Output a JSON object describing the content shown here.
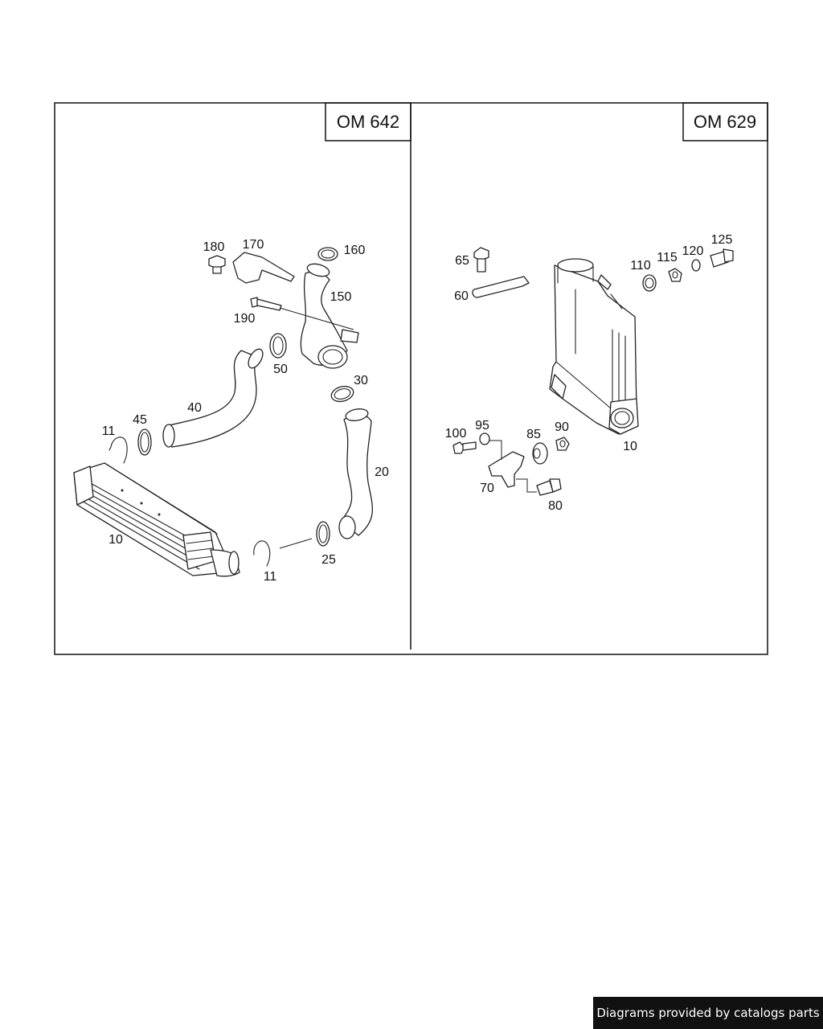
{
  "panels": [
    {
      "title": "OM 642",
      "labels": [
        "180",
        "170",
        "160",
        "150",
        "190",
        "50",
        "30",
        "40",
        "45",
        "11",
        "20",
        "10",
        "25",
        "11"
      ]
    },
    {
      "title": "OM 629",
      "labels": [
        "65",
        "60",
        "110",
        "115",
        "120",
        "125",
        "100",
        "95",
        "85",
        "90",
        "70",
        "80",
        "10"
      ]
    }
  ],
  "footer": {
    "credit": "Diagrams provided by catalogs parts"
  }
}
